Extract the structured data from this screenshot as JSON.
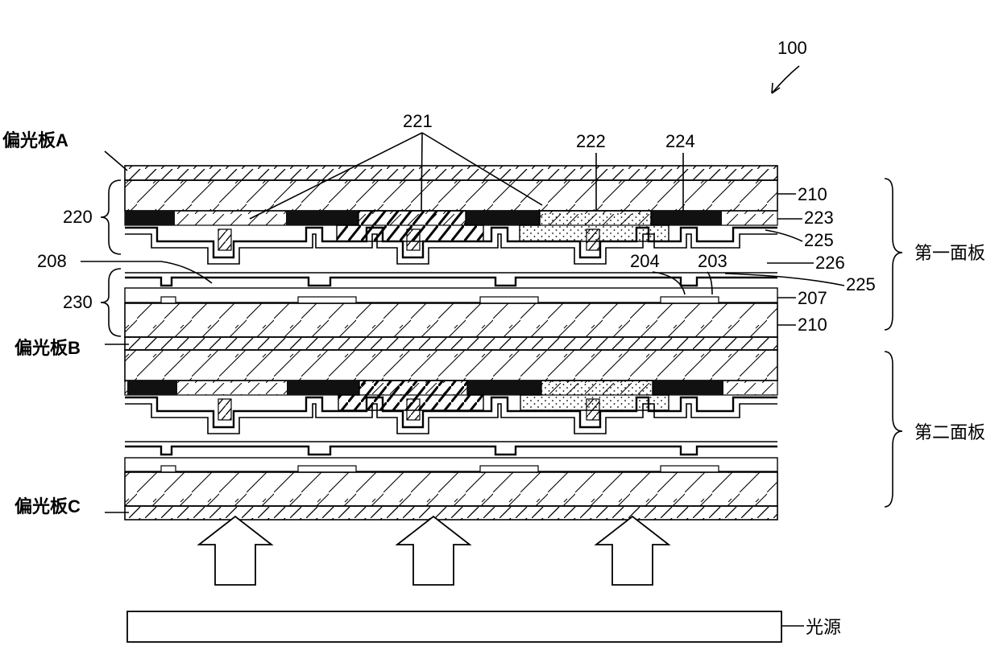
{
  "figure": {
    "ref_number": "100",
    "polarizer_a": "偏光板A",
    "polarizer_b": "偏光板B",
    "polarizer_c": "偏光板C",
    "panel_first": "第一面板",
    "panel_second": "第二面板",
    "light_source": "光源",
    "labels": {
      "l221": "221",
      "l222": "222",
      "l224": "224",
      "l210_top": "210",
      "l223": "223",
      "l225_top": "225",
      "l220": "220",
      "l208": "208",
      "l204": "204",
      "l203": "203",
      "l226": "226",
      "l225_mid": "225",
      "l230": "230",
      "l207": "207",
      "l210_bot": "210"
    }
  }
}
